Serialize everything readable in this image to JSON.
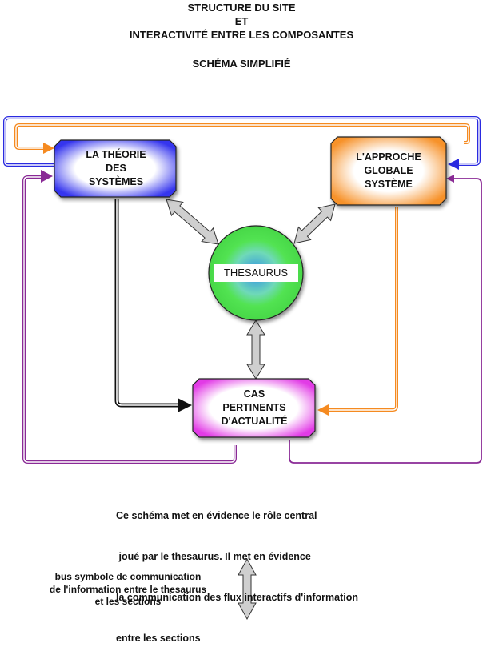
{
  "title": {
    "line1": "STRUCTURE DU SITE",
    "line2": "ET",
    "line3": "INTERACTIVITÉ ENTRE LES COMPOSANTES",
    "subtitle": "SCHÉMA SIMPLIFIÉ"
  },
  "nodes": {
    "theorie": {
      "lines": [
        "LA THÉORIE",
        "DES",
        "SYSTÈMES"
      ],
      "color": "#3a3af0"
    },
    "approche": {
      "lines": [
        "L'APPROCHE",
        "GLOBALE",
        "SYSTÈME"
      ],
      "color": "#f7962c"
    },
    "thesaurus": {
      "label": "THESAURUS",
      "color": "#4fe04f",
      "center_color": "#3a9be0"
    },
    "cas": {
      "lines": [
        "CAS",
        "PERTINENTS",
        "D'ACTUALITÉ"
      ],
      "color": "#e43ee8"
    }
  },
  "connector_colors": {
    "blue": "#2a2ae0",
    "orange": "#f58a20",
    "purple": "#8a2a96",
    "black": "#111111",
    "bus": "#cfcfcf"
  },
  "description": {
    "lines": [
      "Ce schéma met en évidence le rôle central",
      " joué par le thesaurus. Il met en évidence",
      "la communication des flux interactifs d'information",
      "entre les sections"
    ]
  },
  "legend": {
    "lines": [
      "bus symbole de communication",
      "de l'information entre le thesaurus",
      "et les sections"
    ],
    "icon": "double-arrow-icon"
  }
}
